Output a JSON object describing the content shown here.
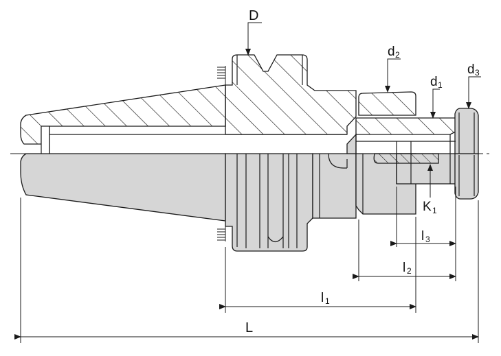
{
  "labels": {
    "D": "D",
    "d2": "d",
    "d2_sub": "2",
    "d1": "d",
    "d1_sub": "1",
    "d3": "d",
    "d3_sub": "3",
    "K1": "K",
    "K1_sub": "1",
    "l3": "l",
    "l3_sub": "3",
    "l2": "l",
    "l2_sub": "2",
    "l1": "l",
    "l1_sub": "1",
    "L": "L"
  },
  "colors": {
    "body_fill": "#d6d6d6",
    "line": "#1a1a1a",
    "background": "#ffffff"
  }
}
